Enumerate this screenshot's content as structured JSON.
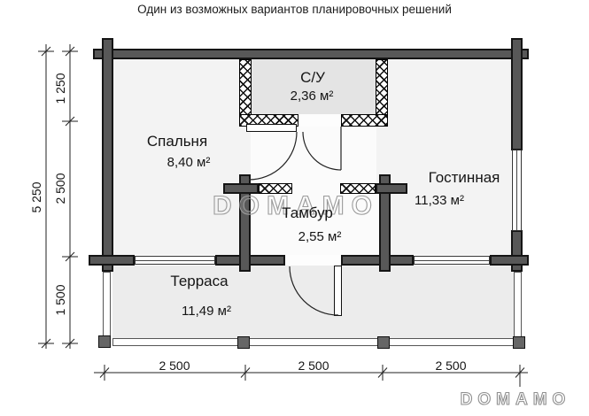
{
  "title": "Один из возможных вариантов планировочных решений",
  "rooms": [
    {
      "name": "Спальня",
      "area": "8,40 м²"
    },
    {
      "name": "С/У",
      "area": "2,36 м²"
    },
    {
      "name": "Гостинная",
      "area": "11,33 м²"
    },
    {
      "name": "Тамбур",
      "area": "2,55 м²"
    },
    {
      "name": "Терраса",
      "area": "11,49 м²"
    }
  ],
  "dimensions": {
    "bottom": [
      "2 500",
      "2 500",
      "2 500"
    ],
    "left": [
      "1 250",
      "2 500",
      "1 500"
    ],
    "total": "5 250"
  },
  "watermark": {
    "center": "DOMAMO",
    "corner": "DOMAMO"
  },
  "colors": {
    "wall": "#585858",
    "wall_outline": "#151515",
    "room_fill": "#f3f3f3",
    "bathroom_fill": "#e4e4e4",
    "terrace_fill": "#ececec",
    "line": "#222222"
  }
}
